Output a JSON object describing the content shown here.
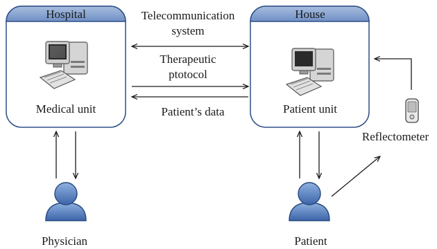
{
  "diagram": {
    "hospital": {
      "title": "Hospital",
      "unit_label": "Medical unit"
    },
    "house": {
      "title": "House",
      "unit_label": "Patient unit"
    },
    "links": {
      "telecom_line1": "Telecommunication",
      "telecom_line2": "system",
      "therapeutic_line1": "Therapeutic",
      "therapeutic_line2": "ptotocol",
      "patients_data": "Patient’s data"
    },
    "actors": {
      "physician": "Physician",
      "patient": "Patient",
      "reflectometer": "Reflectometer"
    }
  }
}
